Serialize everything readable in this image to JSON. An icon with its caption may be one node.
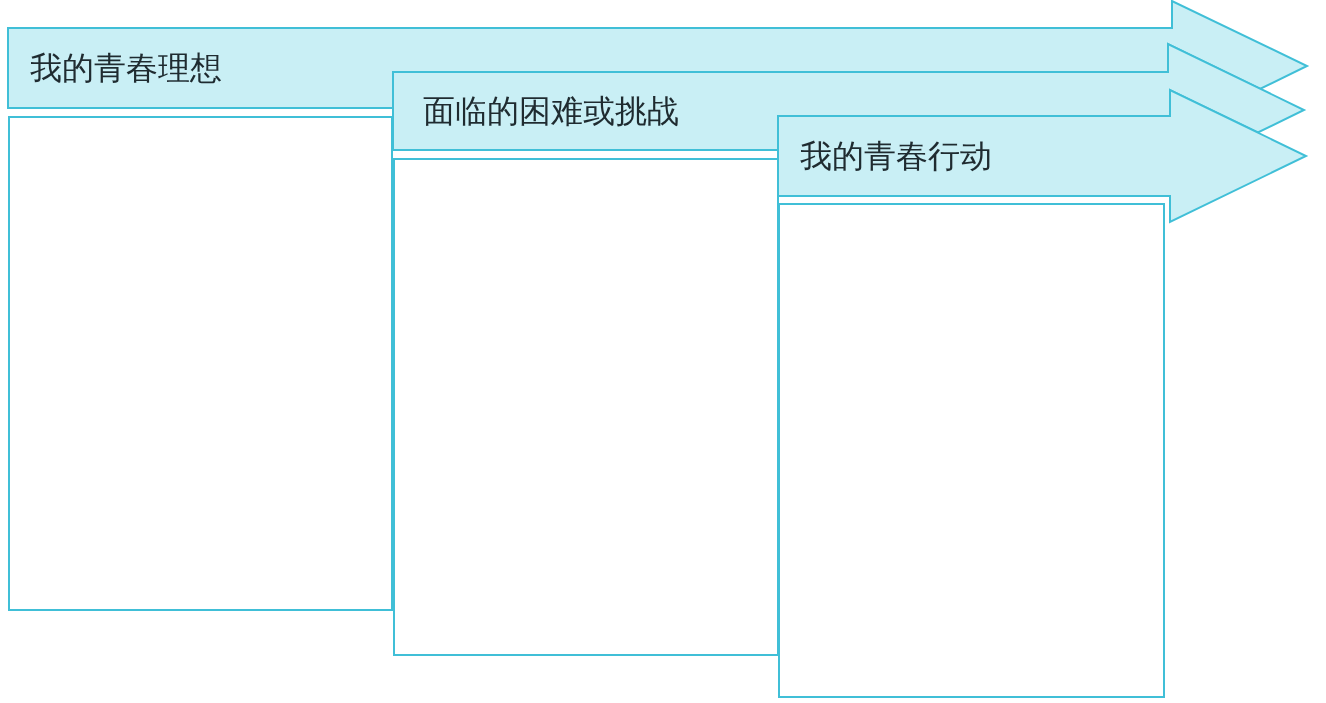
{
  "diagram": {
    "nodes": [
      {
        "text": [
          "我的青春理想"
        ]
      },
      {
        "text": [
          "面临的困难或挑战"
        ]
      },
      {
        "text": [
          "我的青春行动"
        ]
      },
      {
        "text": [],
        "shape": "box"
      },
      {
        "text": [],
        "shape": "box"
      },
      {
        "text": [],
        "shape": "box"
      }
    ]
  }
}
